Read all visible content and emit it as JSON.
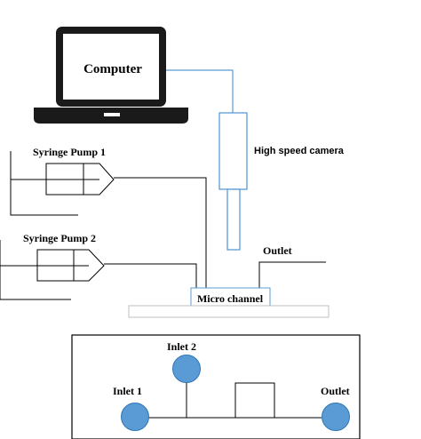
{
  "labels": {
    "computer": "Computer",
    "camera": "High speed camera",
    "pump1": "Syringe Pump 1",
    "pump2": "Syringe Pump 2",
    "outlet_top": "Outlet",
    "micro_channel": "Micro channel",
    "inlet2": "Inlet 2",
    "inlet1": "Inlet 1",
    "outlet_bottom": "Outlet"
  },
  "colors": {
    "line": "#000000",
    "camera_outline": "#5b9bd5",
    "camera_cable": "#5b9bd5",
    "port_fill": "#5b9bd5",
    "port_stroke": "#2e75b6"
  },
  "icons": {
    "computer": "laptop-icon",
    "camera": "camera-icon",
    "pump": "syringe-icon"
  }
}
